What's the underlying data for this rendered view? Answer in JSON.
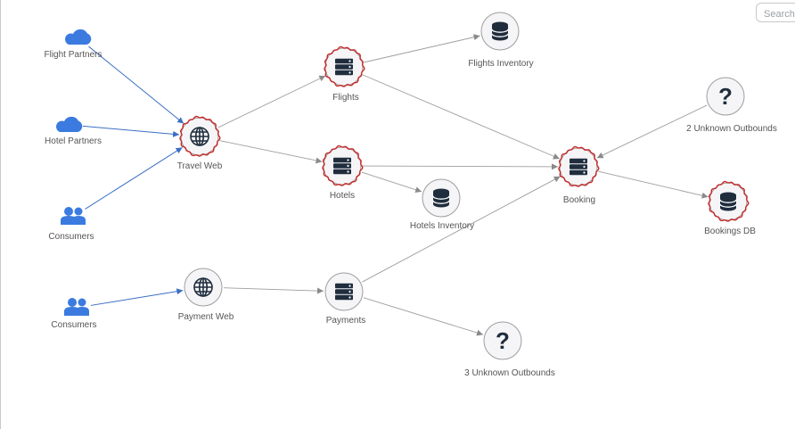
{
  "search": {
    "placeholder": "Search"
  },
  "colors": {
    "edge_internal": "#9e9e9e",
    "edge_external": "#3b6fc4",
    "node_stroke": "#9e9e9e",
    "node_fill": "#f5f5f7",
    "icon_dark": "#1f2d3d",
    "icon_blue": "#3b7be0",
    "highlight": "#c62828"
  },
  "nodes": [
    {
      "id": "flight-partners",
      "label": "Flight Partners",
      "kind": "external",
      "icon": "cloud-icon"
    },
    {
      "id": "hotel-partners",
      "label": "Hotel Partners",
      "kind": "external",
      "icon": "cloud-icon"
    },
    {
      "id": "consumers-1",
      "label": "Consumers",
      "kind": "external",
      "icon": "users-icon"
    },
    {
      "id": "consumers-2",
      "label": "Consumers",
      "kind": "external",
      "icon": "users-icon"
    },
    {
      "id": "travel-web",
      "label": "Travel Web",
      "kind": "service",
      "icon": "globe-icon",
      "highlighted": true
    },
    {
      "id": "payment-web",
      "label": "Payment Web",
      "kind": "service",
      "icon": "globe-icon",
      "highlighted": false
    },
    {
      "id": "flights",
      "label": "Flights",
      "kind": "service",
      "icon": "server-icon",
      "highlighted": true
    },
    {
      "id": "hotels",
      "label": "Hotels",
      "kind": "service",
      "icon": "server-icon",
      "highlighted": true
    },
    {
      "id": "payments",
      "label": "Payments",
      "kind": "service",
      "icon": "server-icon",
      "highlighted": false
    },
    {
      "id": "booking",
      "label": "Booking",
      "kind": "service",
      "icon": "server-icon",
      "highlighted": true
    },
    {
      "id": "flights-inventory",
      "label": "Flights Inventory",
      "kind": "service",
      "icon": "database-icon",
      "highlighted": false
    },
    {
      "id": "hotels-inventory",
      "label": "Hotels Inventory",
      "kind": "service",
      "icon": "database-icon",
      "highlighted": false
    },
    {
      "id": "bookings-db",
      "label": "Bookings DB",
      "kind": "service",
      "icon": "database-icon",
      "highlighted": true
    },
    {
      "id": "unknown-outbounds-2",
      "label": "2 Unknown Outbounds",
      "kind": "service",
      "icon": "question-icon",
      "highlighted": false
    },
    {
      "id": "unknown-outbounds-3",
      "label": "3 Unknown Outbounds",
      "kind": "service",
      "icon": "question-icon",
      "highlighted": false
    }
  ],
  "edges": [
    {
      "from": "flight-partners",
      "to": "travel-web",
      "style": "external"
    },
    {
      "from": "hotel-partners",
      "to": "travel-web",
      "style": "external"
    },
    {
      "from": "consumers-1",
      "to": "travel-web",
      "style": "external"
    },
    {
      "from": "consumers-2",
      "to": "payment-web",
      "style": "external"
    },
    {
      "from": "travel-web",
      "to": "flights",
      "style": "internal"
    },
    {
      "from": "travel-web",
      "to": "hotels",
      "style": "internal"
    },
    {
      "from": "flights",
      "to": "flights-inventory",
      "style": "internal"
    },
    {
      "from": "flights",
      "to": "booking",
      "style": "internal"
    },
    {
      "from": "hotels",
      "to": "hotels-inventory",
      "style": "internal"
    },
    {
      "from": "hotels",
      "to": "booking",
      "style": "internal"
    },
    {
      "from": "payment-web",
      "to": "payments",
      "style": "internal"
    },
    {
      "from": "payments",
      "to": "booking",
      "style": "internal"
    },
    {
      "from": "payments",
      "to": "unknown-outbounds-3",
      "style": "internal"
    },
    {
      "from": "unknown-outbounds-2",
      "to": "booking",
      "style": "internal"
    },
    {
      "from": "booking",
      "to": "bookings-db",
      "style": "internal"
    }
  ]
}
